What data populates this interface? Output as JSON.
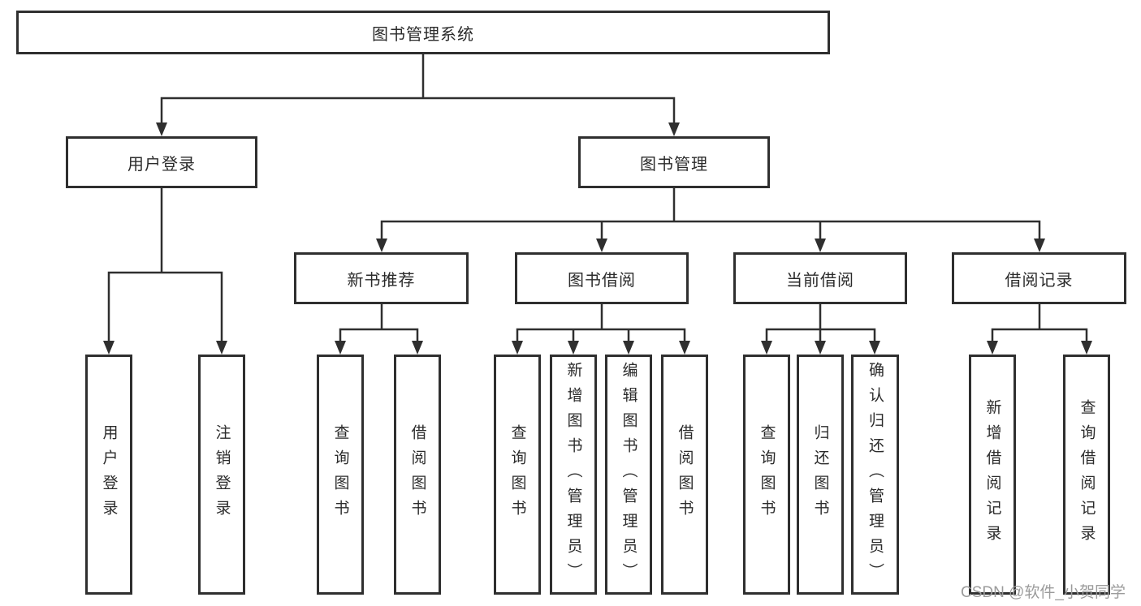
{
  "tree": {
    "label": "图书管理系统",
    "children": [
      {
        "label": "用户登录",
        "children": [
          {
            "label": "用户登录"
          },
          {
            "label": "注销登录"
          }
        ]
      },
      {
        "label": "图书管理",
        "children": [
          {
            "label": "新书推荐",
            "children": [
              {
                "label": "查询图书"
              },
              {
                "label": "借阅图书"
              }
            ]
          },
          {
            "label": "图书借阅",
            "children": [
              {
                "label": "查询图书"
              },
              {
                "label": "新增图书（管理员）"
              },
              {
                "label": "编辑图书（管理员）"
              },
              {
                "label": "借阅图书"
              }
            ]
          },
          {
            "label": "当前借阅",
            "children": [
              {
                "label": "查询图书"
              },
              {
                "label": "归还图书"
              },
              {
                "label": "确认归还（管理员）"
              }
            ]
          },
          {
            "label": "借阅记录",
            "children": [
              {
                "label": "新增借阅记录"
              },
              {
                "label": "查询借阅记录"
              }
            ]
          }
        ]
      }
    ]
  },
  "watermark": {
    "text": "CSDN @软件_小贺同学",
    "color": "#9b9b9b"
  },
  "colors": {
    "line": "#2f2f2f",
    "text": "#2b2b2b",
    "box_fill": "#ffffff"
  }
}
